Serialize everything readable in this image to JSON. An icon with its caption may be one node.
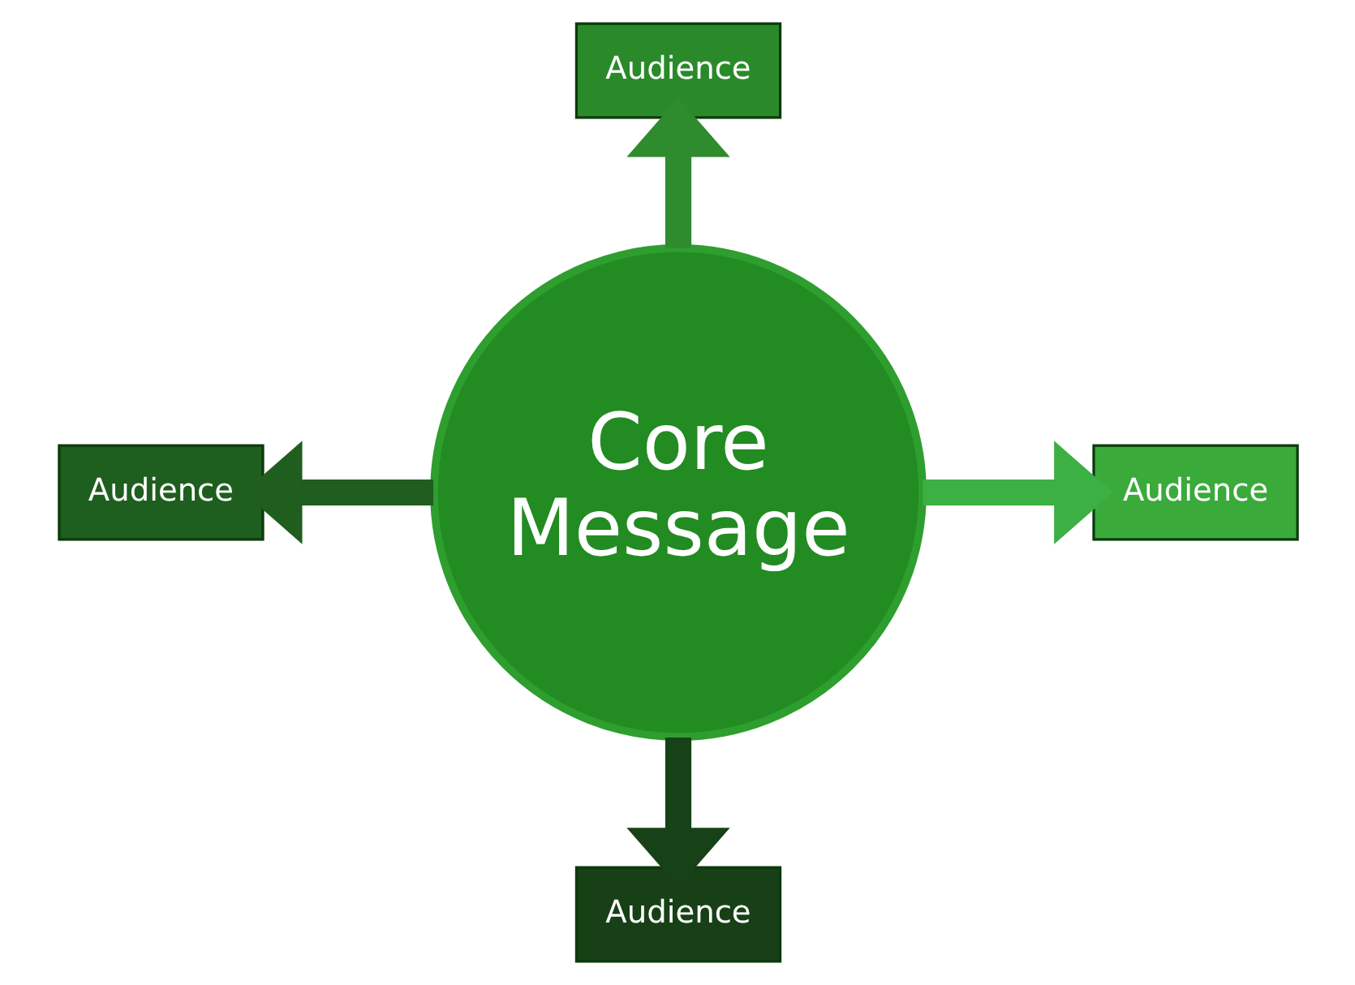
{
  "diagram": {
    "nodes": [
      {
        "text": [
          "Core Message"
        ]
      },
      {
        "text": [
          "Audience"
        ]
      },
      {
        "text": [
          "Audience"
        ]
      },
      {
        "text": [
          "Audience"
        ]
      },
      {
        "text": [
          "Audience"
        ]
      }
    ],
    "edges": [
      {
        "from": 0,
        "to": 1,
        "arrow": "to",
        "color": "#2e8b2e"
      },
      {
        "from": 0,
        "to": 2,
        "arrow": "to",
        "color": "#1f5e1f"
      },
      {
        "from": 0,
        "to": 3,
        "arrow": "to",
        "color": "#3cb043"
      },
      {
        "from": 0,
        "to": 4,
        "arrow": "to",
        "color": "#174217"
      }
    ]
  }
}
